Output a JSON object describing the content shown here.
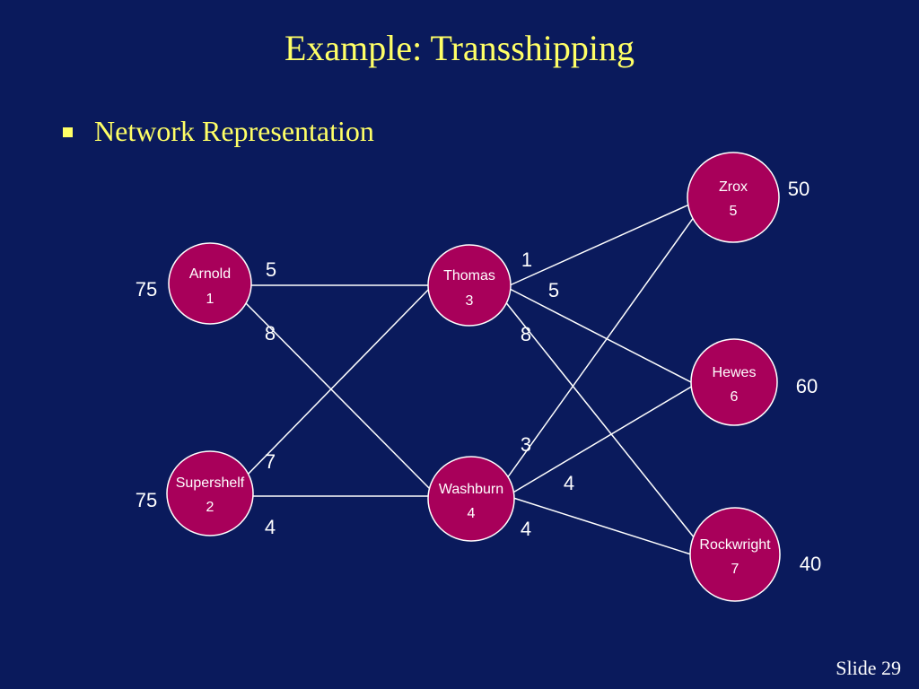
{
  "title": "Example:  Transshipping",
  "bullet": "Network Representation",
  "slide_label": "Slide",
  "slide_number": "29",
  "colors": {
    "background": "#0a1a5c",
    "title": "#ffff66",
    "node_fill": "#a8005a",
    "node_stroke": "#ffffff",
    "edge": "#ffffff",
    "text": "#ffffff"
  },
  "nodes": [
    {
      "id": "arnold",
      "name": "Arnold",
      "number": "1",
      "supply_demand": "75"
    },
    {
      "id": "supershelf",
      "name": "Supershelf",
      "number": "2",
      "supply_demand": "75"
    },
    {
      "id": "thomas",
      "name": "Thomas",
      "number": "3"
    },
    {
      "id": "washburn",
      "name": "Washburn",
      "number": "4"
    },
    {
      "id": "zrox",
      "name": "Zrox",
      "number": "5",
      "supply_demand": "50"
    },
    {
      "id": "hewes",
      "name": "Hewes",
      "number": "6",
      "supply_demand": "60"
    },
    {
      "id": "rockwright",
      "name": "Rockwright",
      "number": "7",
      "supply_demand": "40"
    }
  ],
  "edges": [
    {
      "from": "arnold",
      "to": "thomas",
      "cost": "5"
    },
    {
      "from": "arnold",
      "to": "washburn",
      "cost": "8"
    },
    {
      "from": "supershelf",
      "to": "thomas",
      "cost": "7"
    },
    {
      "from": "supershelf",
      "to": "washburn",
      "cost": "4"
    },
    {
      "from": "thomas",
      "to": "zrox",
      "cost": "1"
    },
    {
      "from": "thomas",
      "to": "hewes",
      "cost": "5"
    },
    {
      "from": "thomas",
      "to": "rockwright",
      "cost": "8"
    },
    {
      "from": "washburn",
      "to": "zrox",
      "cost": "3"
    },
    {
      "from": "washburn",
      "to": "hewes",
      "cost": "4"
    },
    {
      "from": "washburn",
      "to": "rockwright",
      "cost": "4"
    }
  ]
}
